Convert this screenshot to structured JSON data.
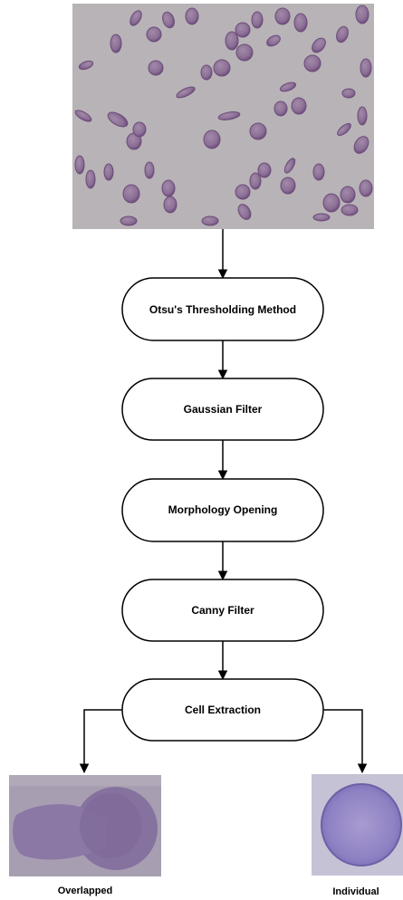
{
  "flowchart": {
    "steps": [
      {
        "label": "Otsu's Thresholding Method"
      },
      {
        "label": "Gaussian Filter"
      },
      {
        "label": "Morphology Opening"
      },
      {
        "label": "Canny Filter"
      },
      {
        "label": "Cell Extraction"
      }
    ],
    "outputs": {
      "left_caption": "Overlapped",
      "right_caption": "Individual"
    }
  }
}
